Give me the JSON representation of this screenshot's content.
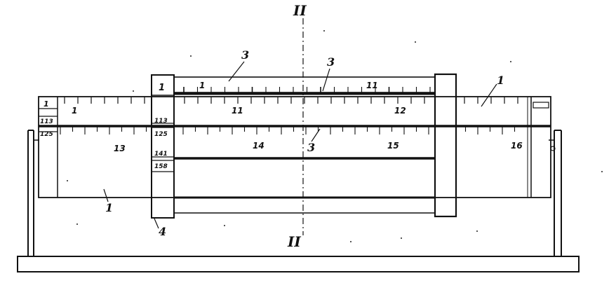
{
  "section_marks": {
    "top": "II",
    "bottom": "II"
  },
  "part_numbers": {
    "upper_slide_top_left": "3",
    "upper_slide_top_mid": "3",
    "center_label": "3",
    "right_body": "1",
    "lower_left_body": "1",
    "cursor_bottom": "4"
  },
  "left_box_labels": {
    "top": "1",
    "mid": "113",
    "low": "125"
  },
  "cursor_labels": {
    "top": "1",
    "r1": "113",
    "r2": "125",
    "r3": "141",
    "r4": "158"
  },
  "scale_upper_slide": [
    "1",
    "11"
  ],
  "scale_body_upper": [
    "1",
    "11",
    "12"
  ],
  "scale_body_lower": [
    "13",
    "14",
    "15",
    "16"
  ],
  "colors": {
    "ink": "#111111",
    "paper": "#ffffff"
  }
}
